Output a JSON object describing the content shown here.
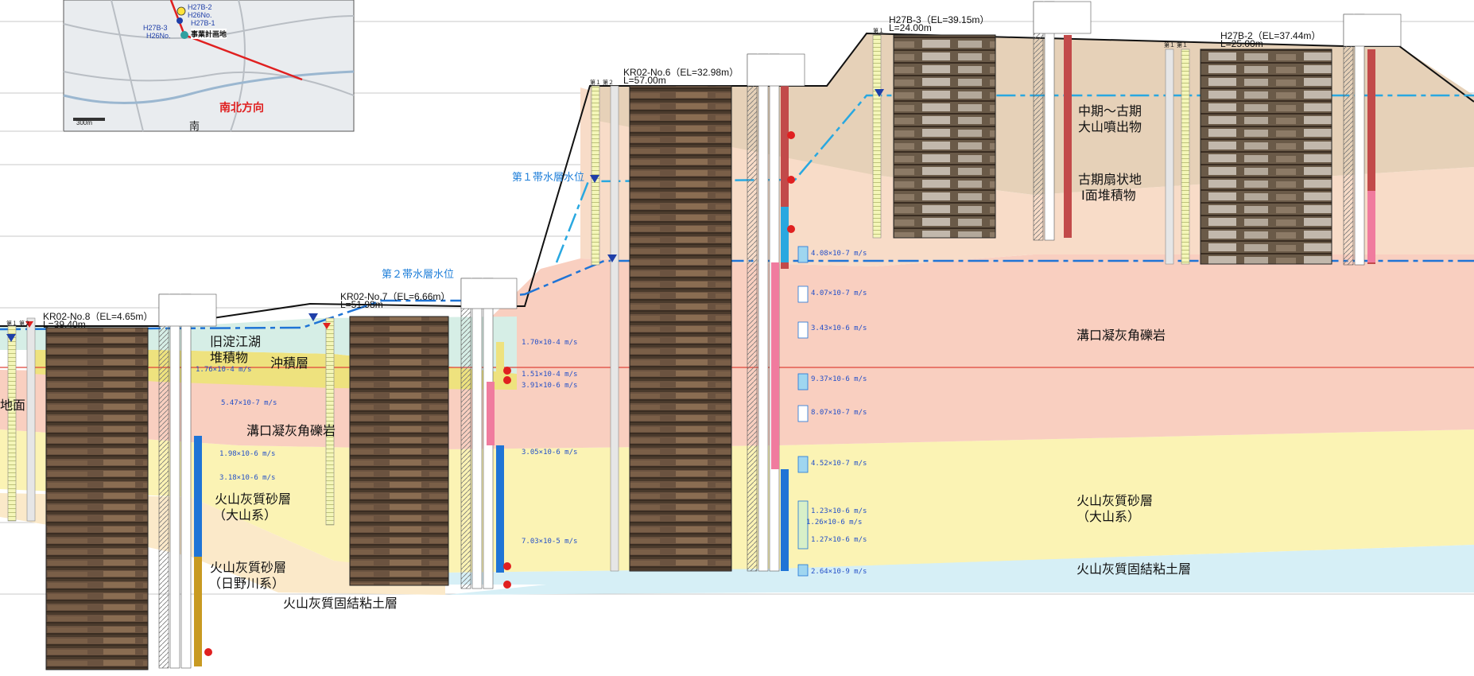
{
  "map": {
    "direction_label": "南北方向",
    "south_label": "南",
    "scale_label": "300m",
    "plan_label": "事業計画地",
    "points": [
      "H27B-2",
      "H26No.",
      "H27B-1",
      "H27B-3",
      "H26No."
    ]
  },
  "boreholes": [
    {
      "name": "KR02-No.8",
      "header": "KR02-No.8（EL=4.65m）",
      "length": "L=39.40m",
      "aquifers": "第１ 第２"
    },
    {
      "name": "KR02-No.7",
      "header": "KR02-No.7（EL=6.66m）",
      "length": "L=51.98m"
    },
    {
      "name": "KR02-No.6",
      "header": "KR02-No.6（EL=32.98m）",
      "length": "L=57.00m",
      "aquifers": "第１ 第２"
    },
    {
      "name": "H27B-3",
      "header": "H27B-3（EL=39.15m）",
      "length": "L=24.00m",
      "aquifers": "第１"
    },
    {
      "name": "H27B-2",
      "header": "H27B-2（EL=37.44m）",
      "length": "L=25.00m",
      "aquifers": "第１ 第１"
    }
  ],
  "water_levels": {
    "first": "第１帯水層水位",
    "second": "第２帯水層水位"
  },
  "layers": {
    "old_yodoe": "旧淀江湖",
    "old_yodoe2": "堆積物",
    "alluvium": "沖積層",
    "mizoguchi_left": "溝口凝灰角礫岩",
    "mizoguchi_right": "溝口凝灰角礫岩",
    "ash_sand_daisen_left_1": "火山灰質砂層",
    "ash_sand_daisen_left_2": "（大山系）",
    "ash_sand_hino_1": "火山灰質砂層",
    "ash_sand_hino_2": "（日野川系）",
    "ash_clay_left": "火山灰質固結粘土層",
    "ash_sand_daisen_right_1": "火山灰質砂層",
    "ash_sand_daisen_right_2": "（大山系）",
    "ash_clay_right": "火山灰質固結粘土層",
    "daisen_ejecta_1": "中期～古期",
    "daisen_ejecta_2": "大山噴出物",
    "fan_deposit_1": "古期扇状地",
    "fan_deposit_2": "Ⅰ面堆積物",
    "ground_left": "地面"
  },
  "permeability": [
    "1.76×10-4 m/s",
    "5.47×10-7 m/s",
    "1.98×10-6 m/s",
    "3.18×10-6 m/s",
    "1.70×10-4 m/s",
    "1.51×10-4 m/s",
    "3.91×10-6 m/s",
    "3.05×10-6 m/s",
    "7.03×10-5 m/s",
    "4.08×10-7 m/s",
    "4.07×10-7 m/s",
    "3.43×10-6 m/s",
    "9.37×10-6 m/s",
    "8.07×10-7 m/s",
    "4.52×10-7 m/s",
    "1.23×10-6 m/s",
    "1.26×10-6 m/s",
    "1.27×10-6 m/s",
    "2.64×10-9 m/s"
  ]
}
